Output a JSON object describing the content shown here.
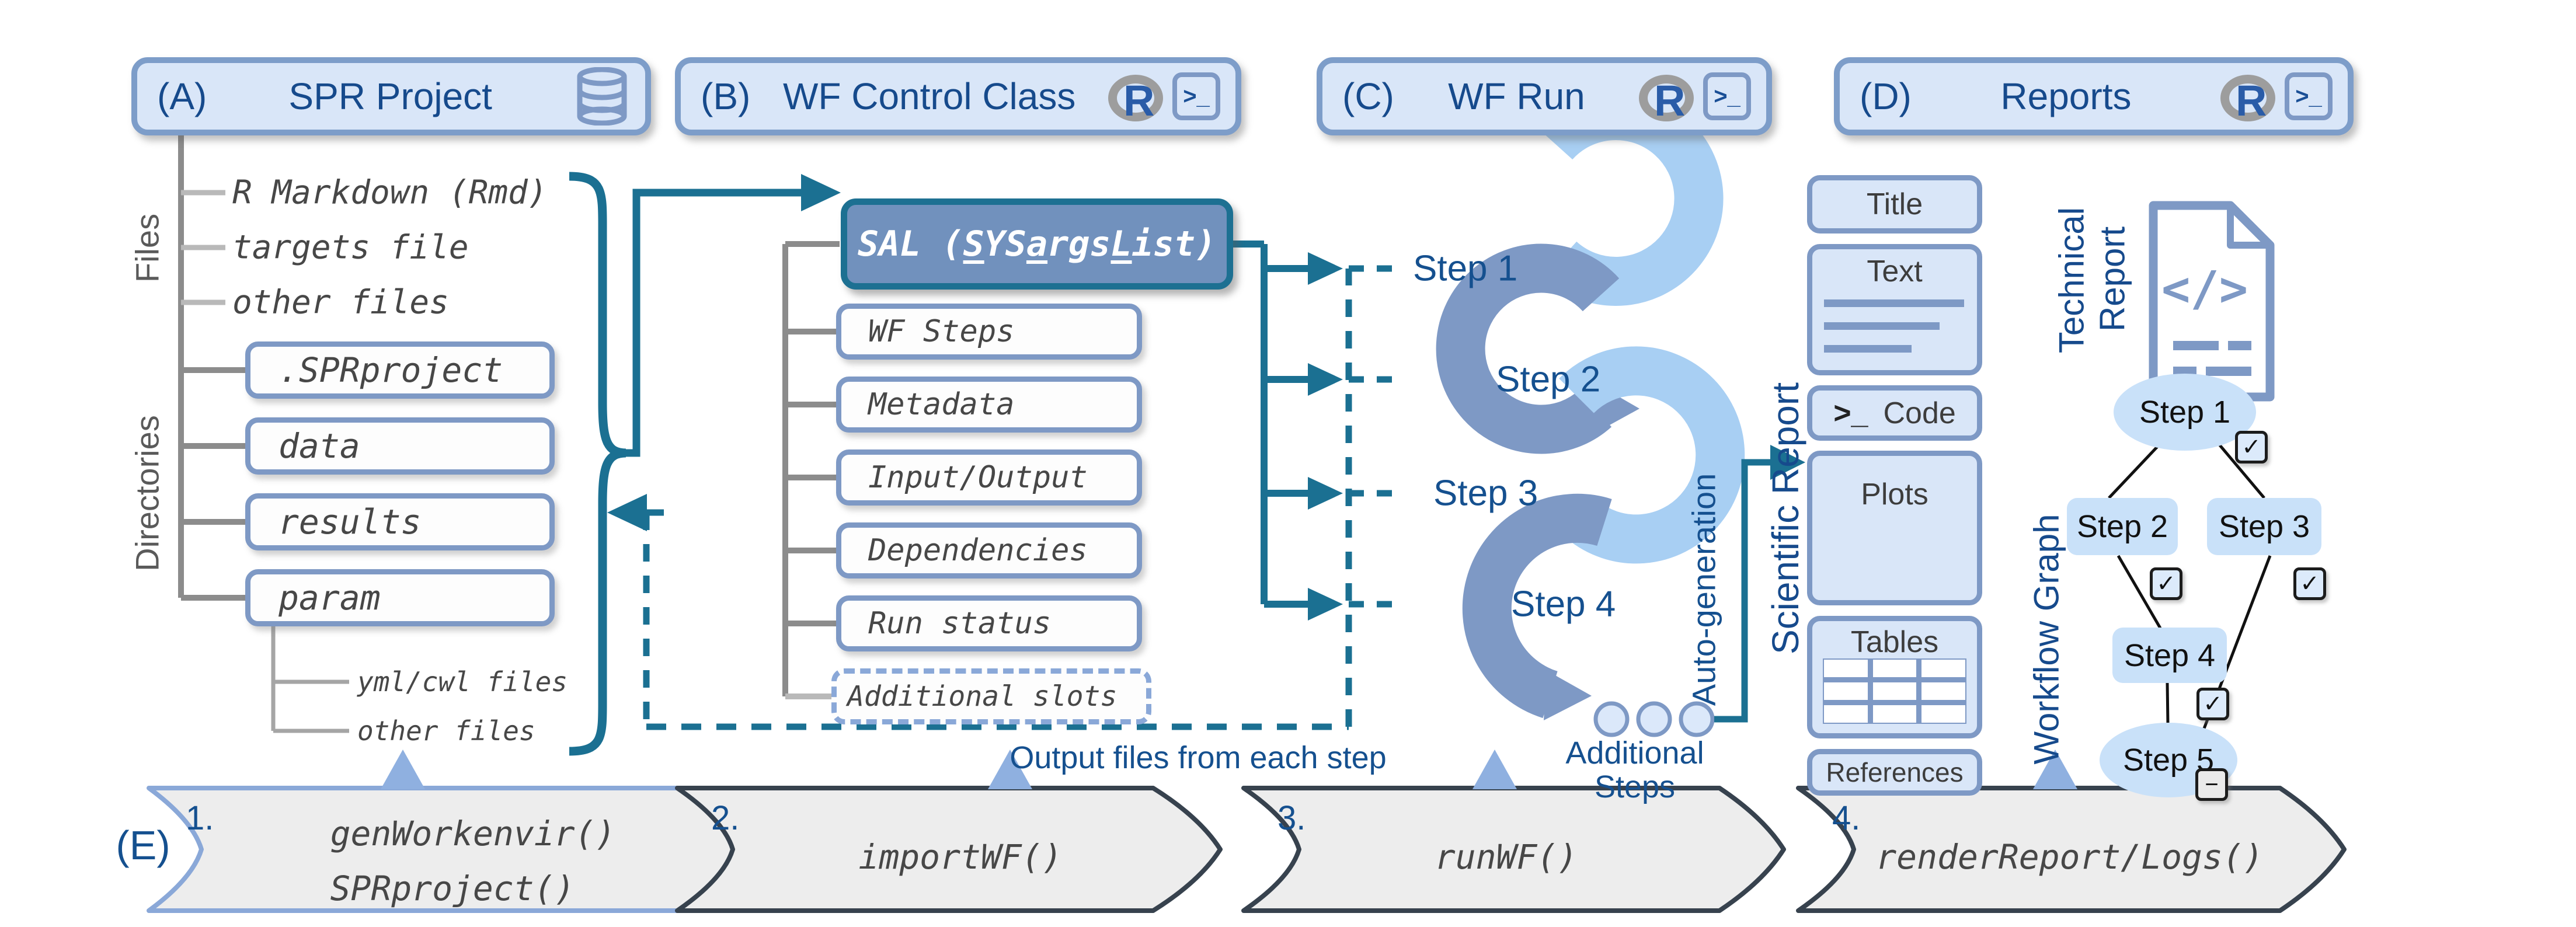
{
  "icons": {
    "r_logo": "R",
    "terminal_prompt": ">_",
    "check": "✓",
    "minus": "−",
    "doc_code": "</>"
  },
  "a": {
    "label": "(A)",
    "title": "SPR Project",
    "files_label": "Files",
    "directories_label": "Directories",
    "files": [
      "R Markdown (Rmd)",
      "targets file",
      "other files"
    ],
    "directories": [
      ".SPRproject",
      "data",
      "results",
      "param"
    ],
    "param_children": [
      "yml/cwl files",
      "other files"
    ]
  },
  "b": {
    "label": "(B)",
    "title": "WF Control Class",
    "sal": {
      "pre": "SAL (",
      "u1": "S",
      "t1": "YS",
      "u2": "a",
      "t2": "rgs",
      "u3": "L",
      "t3": "ist",
      "post": ")"
    },
    "slots": [
      "WF Steps",
      "Metadata",
      "Input/Output",
      "Dependencies",
      "Run status"
    ],
    "additional_slot": "Additional slots",
    "output_note": "Output files from each step"
  },
  "c": {
    "label": "(C)",
    "title": "WF Run",
    "steps": [
      "Step 1",
      "Step 2",
      "Step 3",
      "Step 4"
    ],
    "additional_line1": "Additional",
    "additional_line2": "Steps",
    "auto_generation": "Auto-generation"
  },
  "d": {
    "label": "(D)",
    "title": "Reports",
    "scientific_report": "Scientific Report",
    "technical_report_line1": "Technical",
    "technical_report_line2": "Report",
    "workflow_graph": "Workflow Graph",
    "components": {
      "title": "Title",
      "text": "Text",
      "code": "Code",
      "plots": "Plots",
      "tables": "Tables",
      "references": "References"
    },
    "graph_steps": [
      "Step 1",
      "Step 2",
      "Step 3",
      "Step 4",
      "Step 5"
    ]
  },
  "e": {
    "label": "(E)",
    "arrows": [
      {
        "num": "1.",
        "line1": "genWorkenvir()",
        "line2": "SPRproject()"
      },
      {
        "num": "2.",
        "line1": "importWF()"
      },
      {
        "num": "3.",
        "line1": "runWF()"
      },
      {
        "num": "4.",
        "line1": "renderReport/Logs()"
      }
    ]
  },
  "colors": {
    "accent_blue": "#164a8c",
    "teal": "#1b7092",
    "light_fill": "#d9e6f8",
    "steel_border": "#7d9dc9",
    "snake_light": "#a8cff3",
    "snake_slate": "#7e99c5",
    "node_fill": "#c9e1f9",
    "banner_fill": "#ededed"
  }
}
